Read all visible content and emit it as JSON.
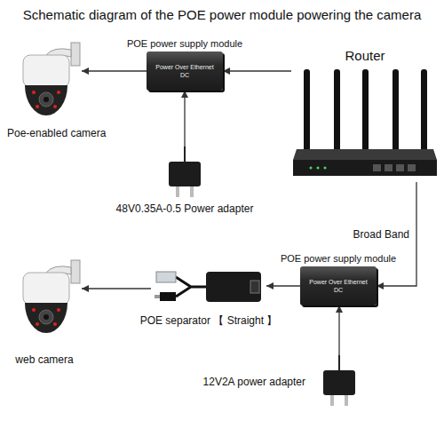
{
  "diagram": {
    "title": "Schematic diagram of the POE power module powering the camera",
    "nodes": [
      {
        "text": [
          "POE power supply module",
          "Power Over Ethernet",
          "DC"
        ]
      },
      {
        "text": [
          "Poe-enabled camera"
        ]
      },
      {
        "text": [
          "Router"
        ]
      },
      {
        "text": [
          "48V0.35A-0.5 Power adapter"
        ]
      },
      {
        "text": [
          "POE power supply module",
          "Power Over Ethernet",
          "DC"
        ]
      },
      {
        "text": [
          "POE separator 【 Straight 】"
        ]
      },
      {
        "text": [
          "web camera"
        ]
      },
      {
        "text": [
          "12V2A power adapter"
        ]
      }
    ],
    "edges": [
      {
        "from": 0,
        "to": 1,
        "arrow": "to"
      },
      {
        "from": 3,
        "to": 0,
        "arrow": "to"
      },
      {
        "from": 2,
        "to": 0,
        "arrow": "to"
      },
      {
        "from": 2,
        "to": 4,
        "arrow": "to",
        "label": "Broad Band"
      },
      {
        "from": 4,
        "to": 5,
        "arrow": "to"
      },
      {
        "from": 5,
        "to": 6,
        "arrow": "to"
      },
      {
        "from": 7,
        "to": 4,
        "arrow": "to"
      }
    ]
  }
}
